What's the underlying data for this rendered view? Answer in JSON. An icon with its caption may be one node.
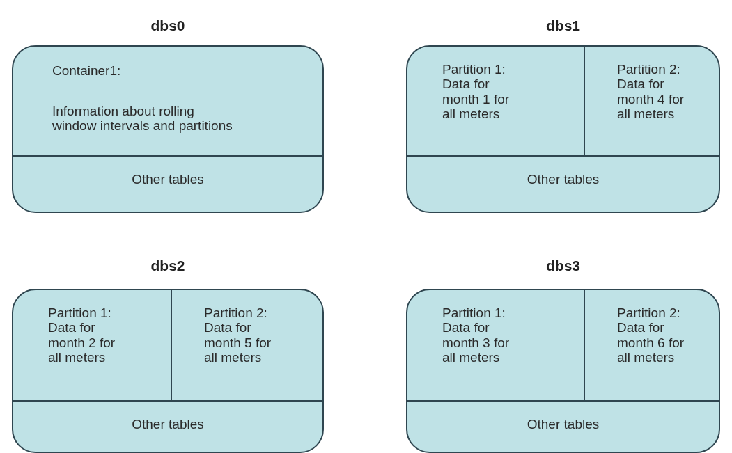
{
  "diagram": {
    "nodes": [
      {
        "text": [
          "dbs0"
        ]
      },
      {
        "text": [
          "Container1:",
          "Information about rolling window intervals and partitions"
        ],
        "in": 0
      },
      {
        "text": [
          "Other tables"
        ],
        "in": 0
      },
      {
        "text": [
          "dbs1"
        ]
      },
      {
        "text": [
          "Partition 1: Data for month 1 for all meters"
        ],
        "in": 3
      },
      {
        "text": [
          "Partition 2: Data for month 4 for all meters"
        ],
        "in": 3
      },
      {
        "text": [
          "Other tables"
        ],
        "in": 3
      },
      {
        "text": [
          "dbs2"
        ]
      },
      {
        "text": [
          "Partition 1: Data for month 2 for all meters"
        ],
        "in": 7
      },
      {
        "text": [
          "Partition 2: Data for month 5 for all meters"
        ],
        "in": 7
      },
      {
        "text": [
          "Other tables"
        ],
        "in": 7
      },
      {
        "text": [
          "dbs3"
        ]
      },
      {
        "text": [
          "Partition 1: Data for month 3 for all meters"
        ],
        "in": 11
      },
      {
        "text": [
          "Partition 2: Data for month 6 for all meters"
        ],
        "in": 11
      },
      {
        "text": [
          "Other tables"
        ],
        "in": 11
      }
    ]
  }
}
